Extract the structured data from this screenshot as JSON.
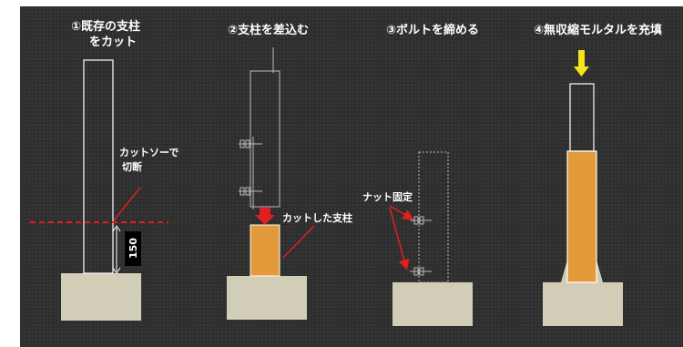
{
  "steps": [
    {
      "title_line1": "①既存の支柱",
      "title_line2": "をカット"
    },
    {
      "title": "②支柱を差込む"
    },
    {
      "title": "③ボルトを締める"
    },
    {
      "title": "④無収縮モルタルを充填"
    }
  ],
  "annotations": {
    "cut_label_line1": "カットソーで",
    "cut_label_line2": "切断",
    "dimension": "150",
    "cut_post_label": "カットした支柱",
    "nut_label": "ナット固定"
  },
  "colors": {
    "background": "#2e2e2e",
    "foundation": "#d1cdb7",
    "post_orange": "#e39a3b",
    "cut_line": "#e02020",
    "arrow_red": "#e02020",
    "arrow_yellow": "#f5e61a",
    "outline": "#ffffff"
  }
}
